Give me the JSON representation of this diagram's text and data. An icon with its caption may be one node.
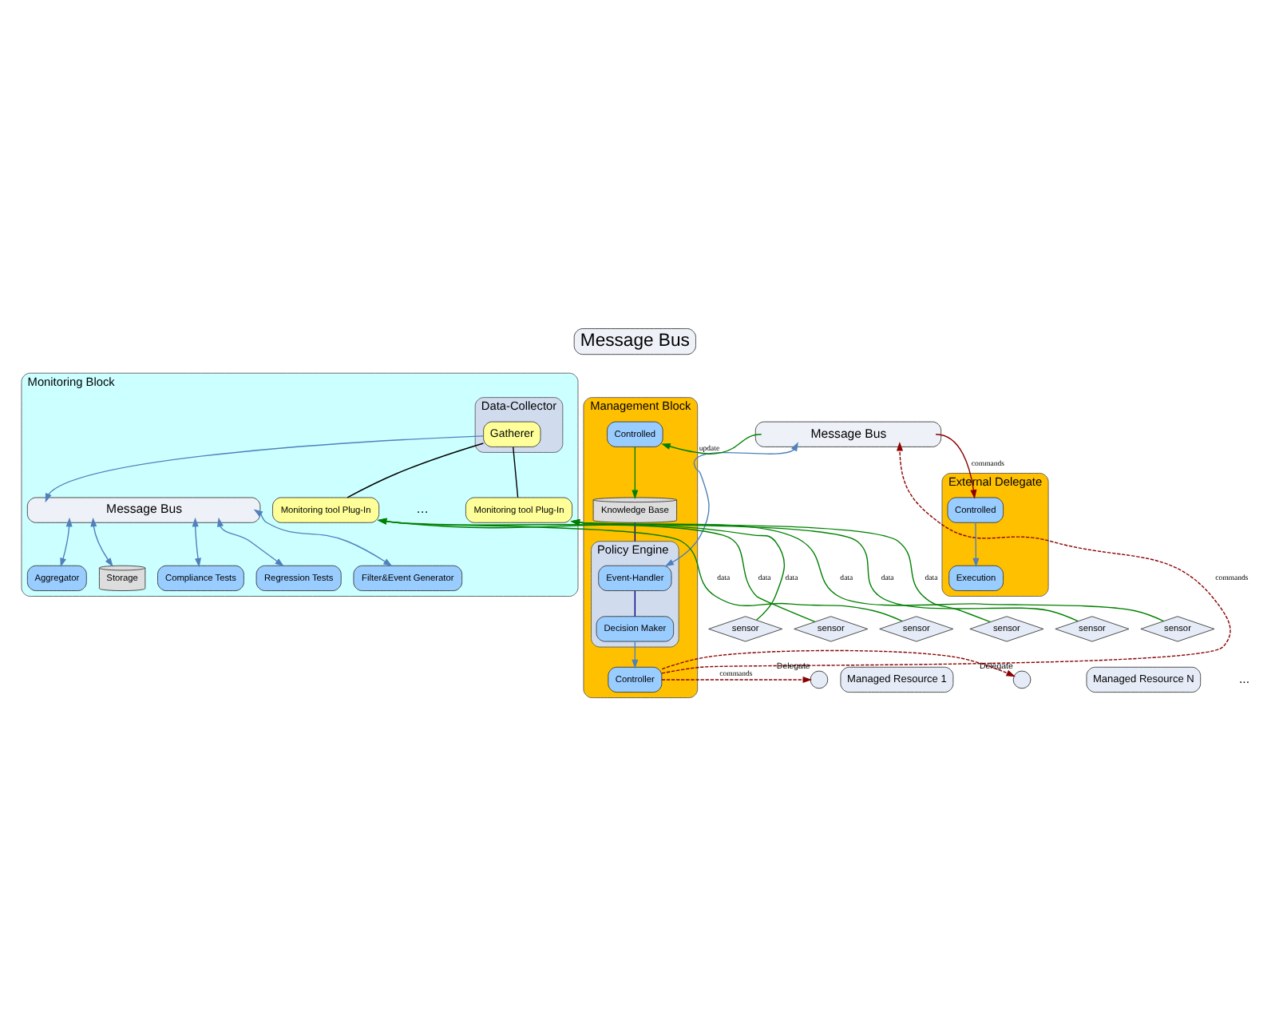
{
  "diagram": {
    "nodes": [
      {
        "text": [
          "Message Bus"
        ]
      },
      {
        "text": [
          "Monitoring Block"
        ]
      },
      {
        "text": [
          "Message Bus"
        ],
        "in": 1
      },
      {
        "text": [
          "Data-Collector"
        ],
        "in": 1
      },
      {
        "text": [
          "Gatherer"
        ],
        "in": 3
      },
      {
        "text": [
          "Monitoring tool Plug-In"
        ],
        "in": 1
      },
      {
        "text": [
          "Monitoring tool Plug-In"
        ],
        "in": 1
      },
      {
        "text": [
          "Aggregator"
        ],
        "in": 1
      },
      {
        "text": [
          "Storage"
        ],
        "in": 1
      },
      {
        "text": [
          "Compliance Tests"
        ],
        "in": 1
      },
      {
        "text": [
          "Regression Tests"
        ],
        "in": 1
      },
      {
        "text": [
          "Filter&Event Generator"
        ],
        "in": 1
      },
      {
        "text": [
          "Management Block"
        ]
      },
      {
        "text": [
          "Controlled"
        ],
        "in": 12
      },
      {
        "text": [
          "Knowledge Base"
        ],
        "in": 12
      },
      {
        "text": [
          "Policy Engine"
        ],
        "in": 12
      },
      {
        "text": [
          "Event-Handler"
        ],
        "in": 15
      },
      {
        "text": [
          "Decision Maker"
        ],
        "in": 15
      },
      {
        "text": [
          "Controller"
        ],
        "in": 12
      },
      {
        "text": [
          "Message Bus"
        ]
      },
      {
        "text": [
          "External Delegate"
        ]
      },
      {
        "text": [
          "Controlled"
        ],
        "in": 20
      },
      {
        "text": [
          "Execution"
        ],
        "in": 20
      },
      {
        "text": [
          "Managed Resource 1"
        ]
      },
      {
        "text": [
          "sensor"
        ]
      },
      {
        "text": [
          "sensor"
        ]
      },
      {
        "text": [
          "sensor"
        ]
      },
      {
        "text": [],
        "shape": "circle",
        "beside": [
          "Delegate"
        ]
      },
      {
        "text": [
          "Managed Resource N"
        ]
      },
      {
        "text": [
          "sensor"
        ]
      },
      {
        "text": [
          "sensor"
        ]
      },
      {
        "text": [
          "sensor"
        ]
      },
      {
        "text": [],
        "shape": "circle",
        "beside": [
          "Delegate"
        ]
      }
    ],
    "edges": [
      {
        "from": 4,
        "to": 2,
        "arrow": "to"
      },
      {
        "from": 2,
        "to": 7,
        "arrow": "both"
      },
      {
        "from": 2,
        "to": 8,
        "arrow": "both"
      },
      {
        "from": 2,
        "to": 9,
        "arrow": "both"
      },
      {
        "from": 2,
        "to": 10,
        "arrow": "both"
      },
      {
        "from": 2,
        "to": 11,
        "arrow": "both"
      },
      {
        "from": 4,
        "to": 5,
        "arrow": "none",
        "color": "#000000"
      },
      {
        "from": 4,
        "to": 6,
        "arrow": "none",
        "color": "#000000"
      },
      {
        "from": 24,
        "to": 5,
        "arrow": "to",
        "label": "data",
        "color": "#008000"
      },
      {
        "from": 25,
        "to": 5,
        "arrow": "to",
        "label": "data",
        "color": "#008000"
      },
      {
        "from": 26,
        "to": 5,
        "arrow": "to",
        "label": "data",
        "color": "#008000"
      },
      {
        "from": 29,
        "to": 6,
        "arrow": "to",
        "label": "data",
        "color": "#008000"
      },
      {
        "from": 30,
        "to": 6,
        "arrow": "to",
        "label": "data",
        "color": "#008000"
      },
      {
        "from": 31,
        "to": 6,
        "arrow": "to",
        "label": "data",
        "color": "#008000"
      },
      {
        "from": 19,
        "to": 13,
        "arrow": "to",
        "label": "update",
        "color": "#008000"
      },
      {
        "from": 13,
        "to": 14,
        "arrow": "to",
        "color": "#008000"
      },
      {
        "from": 14,
        "to": 15,
        "arrow": "none",
        "color": "#000080"
      },
      {
        "from": 16,
        "to": 19,
        "arrow": "both"
      },
      {
        "from": 16,
        "to": 17,
        "arrow": "none",
        "color": "#000080"
      },
      {
        "from": 17,
        "to": 18,
        "arrow": "to"
      },
      {
        "from": 18,
        "to": 19,
        "arrow": "to",
        "label": "commands",
        "style": "dashed",
        "color": "#8b0000"
      },
      {
        "from": 18,
        "to": 27,
        "arrow": "to",
        "label": "commands",
        "style": "dashed",
        "color": "#8b0000"
      },
      {
        "from": 18,
        "to": 32,
        "arrow": "to",
        "style": "dashed",
        "color": "#8b0000"
      },
      {
        "from": 19,
        "to": 21,
        "arrow": "to",
        "label": "commands",
        "color": "#8b0000"
      },
      {
        "from": 21,
        "to": 22,
        "arrow": "to"
      }
    ],
    "labels": [
      "…",
      "..."
    ]
  }
}
